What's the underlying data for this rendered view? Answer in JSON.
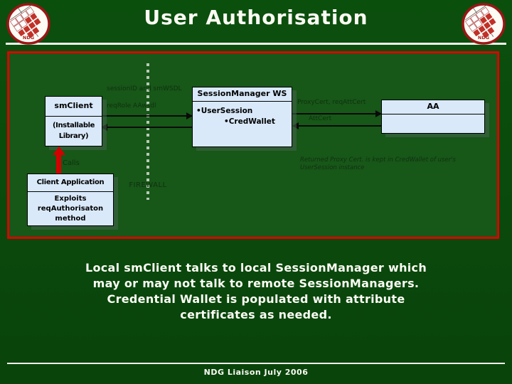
{
  "slide": {
    "title": "User Authorisation",
    "footer": "NDG Liaison July 2006",
    "logo_text": "NDG"
  },
  "diagram": {
    "firewall_label": "FIREWALL",
    "boxes": {
      "sm_client": {
        "title": "smClient",
        "subtitle": "(Installable Library)"
      },
      "session_manager": {
        "title": "SessionManager WS",
        "items": [
          "•UserSession",
          "•CredWallet"
        ]
      },
      "aa": {
        "title": "AA"
      },
      "client_app": {
        "title": "Client Application",
        "body": "Exploits reqAuthorisaton method"
      }
    },
    "labels": {
      "calls": "Calls",
      "session_id": "sessionID and smWSDL",
      "req_role": "reqRole AAwsdl",
      "proxy_cert": "ProxyCert, reqAttCert",
      "att_cert": "AttCert",
      "note": "Returned Proxy Cert. is kept in CredWallet of user's UserSession instance"
    }
  },
  "summary": {
    "lines": [
      "Local smClient talks to local SessionManager which",
      "may or may not talk to remote SessionManagers.",
      "Credential Wallet is populated with attribute",
      "certificates as needed."
    ]
  },
  "colors": {
    "background": "#0b4f0d",
    "panel_background": "#175718",
    "accent_red": "#dd0000",
    "box_fill": "#d9e9fa",
    "text_light": "#fbfbf3",
    "text_dark": "#10300f"
  }
}
